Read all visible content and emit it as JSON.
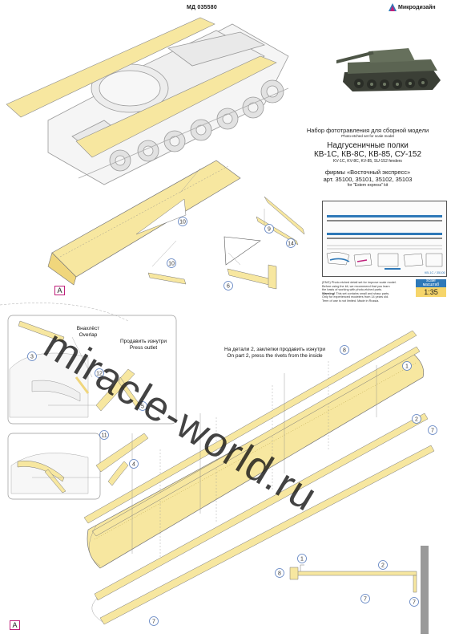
{
  "header": {
    "product_code": "МД 035580",
    "brand": "Микродизайн"
  },
  "title_block": {
    "set_title_ru": "Набор фототравления для сборной модели",
    "set_title_en": "Photo-etched set for scale model",
    "product_ru_line1": "Надгусеничные полки",
    "product_ru_line2": "КВ-1С, КВ-8С, КВ-85, СУ-152",
    "product_en": "KV-1C, KV-8C, KV-85, SU-152 fenders",
    "kit_ru": "фирмы «Восточный экспресс»",
    "kit_articles": "арт. 35100, 35101, 35102, 35103",
    "kit_en": "for \"Estern express\" kit"
  },
  "warning": {
    "text1": "(ENG) Photo etched detail set for improve scale model.",
    "text2": "Before using the kit, we recommend that you learn",
    "text3": "the basis of working with photo-etched parts.",
    "warning_label": "Warning!",
    "text4": "This set contains small and sharp parts.",
    "text5": "Only for experienced modelers from 14 years old.",
    "text6": "Term of use is not limited. Made in Russia."
  },
  "scale": {
    "label_en": "scale",
    "label_ru": "масштаб",
    "value": "1:35"
  },
  "fret_label": "КВ-1С / 35100",
  "annotations": {
    "overlap_ru": "Внахлёст",
    "overlap_en": "Overlap",
    "press_ru": "Продавить изнутри",
    "press_en": "Press outlet",
    "part2_ru": "На детали 2, заклепки продавить изнутри",
    "part2_en": "On part 2, press the rivets from the inside"
  },
  "section_labels": {
    "top": "A",
    "bottom": "A"
  },
  "part_numbers": {
    "p10a": "10",
    "p9": "9",
    "p14": "14",
    "p10b": "10",
    "p6": "6",
    "p3": "3",
    "p12": "12",
    "p5": "5",
    "p11": "11",
    "p4": "4",
    "p8a": "8",
    "p1a": "1",
    "p2a": "2",
    "p7a": "7",
    "p8b": "8",
    "p1b": "1",
    "p2b": "2",
    "p7b": "7",
    "p7c": "7",
    "p7d": "7"
  },
  "watermark": "miracle-world.ru",
  "colors": {
    "part_fill": "#f7e7a0",
    "accent_blue": "#2f79b8",
    "callout_blue": "#5b7fc0",
    "label_border": "#c0207b",
    "scale_value_bg": "#f6d56a"
  }
}
